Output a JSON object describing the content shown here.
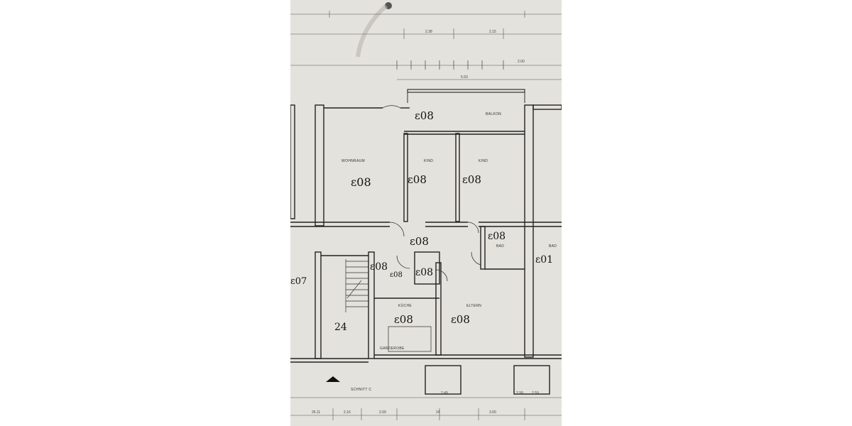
{
  "rooms": {
    "balkon": "BALKON",
    "wohnraum": "WOHNRAUM",
    "kind1": "KIND",
    "kind2": "KIND",
    "bad": "BAD",
    "bad_right": "BAD",
    "kueche": "KÜCHE",
    "eltern": "ELTERN",
    "schnitt": "SCHNITT C",
    "garderobe": "GARDEROBE"
  },
  "marks": {
    "balkon": "ɛ08",
    "wohnraum": "ɛ08",
    "kind1": "ɛ08",
    "kind2": "ɛ08",
    "flur": "ɛ08",
    "bad": "ɛ08",
    "wc": "ɛ08",
    "small": "ɛ08",
    "abstell": "ɛ08",
    "kueche": "ɛ08",
    "eltern": "ɛ08",
    "right_edge": "ɛ01",
    "left_edge": "ɛ07",
    "stair": "24"
  },
  "dimensions": {
    "top_1": "2.38",
    "top_2": "2.15",
    "top_3": "2.00",
    "top_4": "5.93",
    "bot_1": "26.11",
    "bot_2": "2.16",
    "bot_3": "2.09",
    "bot_4": "24",
    "bot_5": "3.00",
    "bot_6": "2.99",
    "bot_7": "2.49",
    "bot_8": "2.59"
  }
}
